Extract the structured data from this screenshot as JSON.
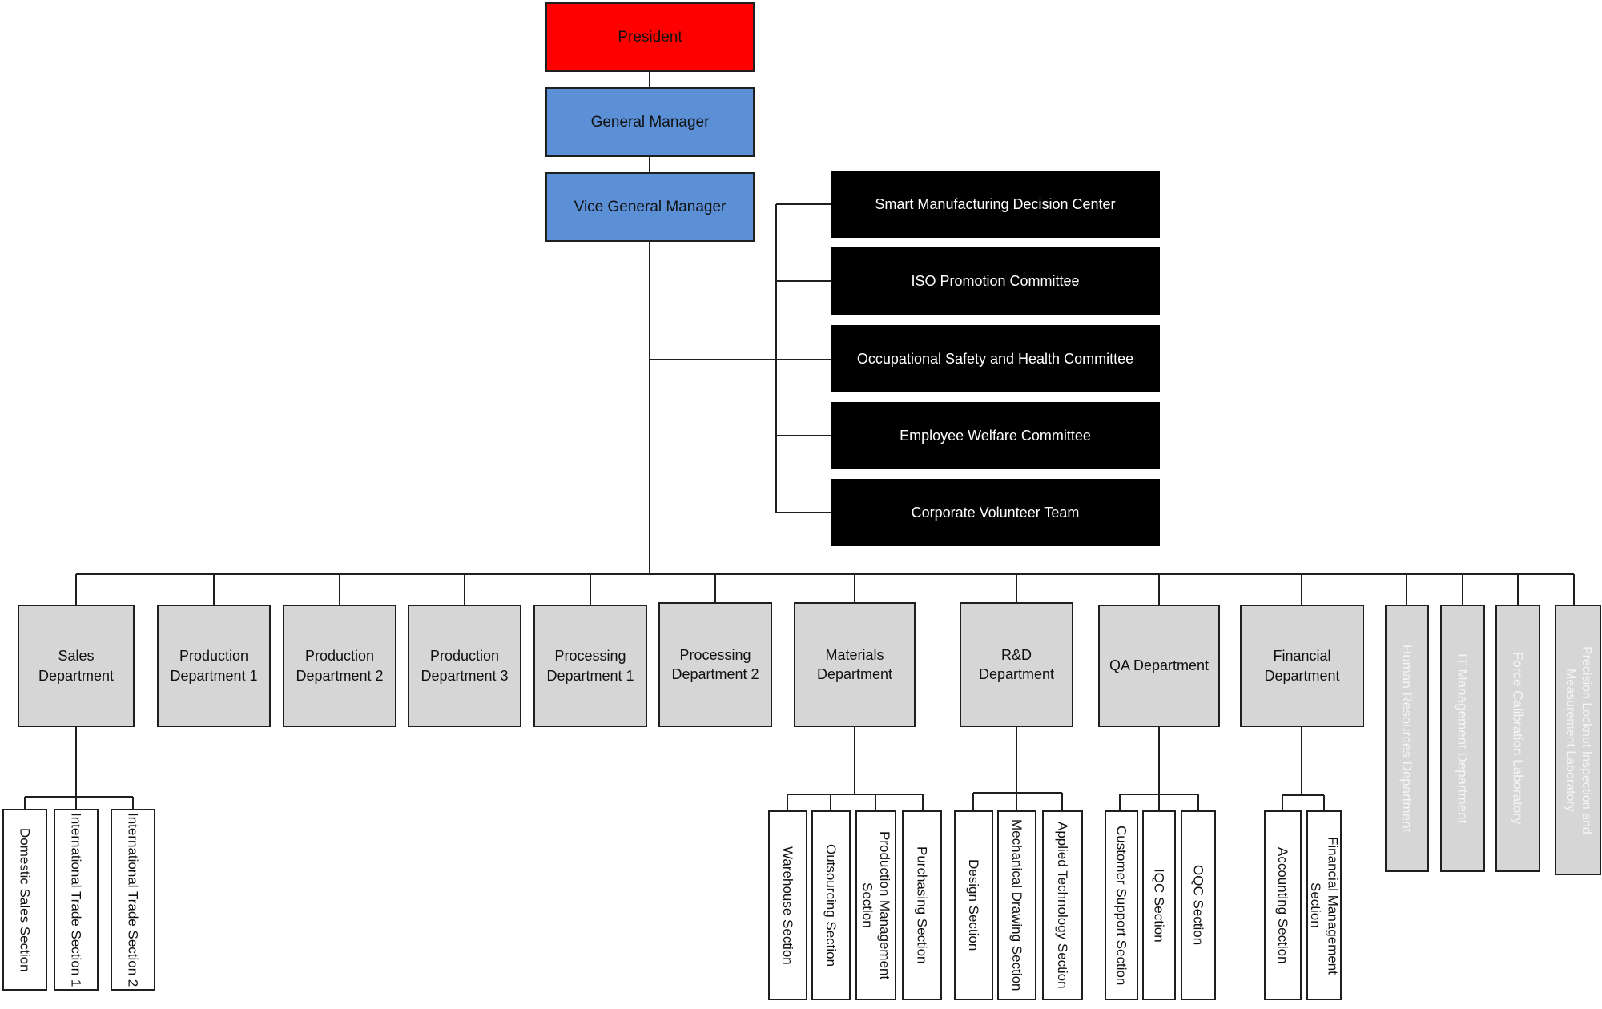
{
  "executives": {
    "president": "President",
    "general_manager": "General Manager",
    "vice_general_manager": "Vice General Manager"
  },
  "committees": [
    "Smart Manufacturing Decision Center",
    "ISO Promotion Committee",
    "Occupational Safety and Health Committee",
    "Employee Welfare Committee",
    "Corporate Volunteer Team"
  ],
  "departments": [
    {
      "line1": "Sales",
      "line2": "Department"
    },
    {
      "line1": "Production",
      "line2": "Department 1"
    },
    {
      "line1": "Production",
      "line2": "Department 2"
    },
    {
      "line1": "Production",
      "line2": "Department 3"
    },
    {
      "line1": "Processing",
      "line2": "Department 1"
    },
    {
      "line1": "Processing",
      "line2": "Department 2"
    },
    {
      "line1": "Materials",
      "line2": "Department"
    },
    {
      "line1": "R&D",
      "line2": "Department"
    },
    {
      "line1": "QA Department",
      "line2": ""
    },
    {
      "line1": "Financial",
      "line2": "Department"
    }
  ],
  "vertical_departments": [
    "Human Resources Department",
    "IT Management Department",
    "Force Calibration Laboratory",
    "Precision Locknut Inspection and Measurement Laboratory"
  ],
  "sections": {
    "sales": [
      "Domestic Sales Section",
      "International Trade Section 1",
      "International Trade Section 2"
    ],
    "materials": [
      "Warehouse Section",
      "Outsourcing Section",
      "Production Management Section",
      "Purchasing Section"
    ],
    "rnd": [
      "Design Section",
      "Mechanical Drawing Section",
      "Applied Technology Section"
    ],
    "qa": [
      "Customer Support Section",
      "IQC Section",
      "OQC Section"
    ],
    "financial": [
      "Accounting Section",
      "Financial Management Section"
    ]
  },
  "colors": {
    "president": "#ff0000",
    "manager": "#5b8fd6",
    "committee": "#000000",
    "department": "#d6d6d6",
    "section": "#ffffff"
  }
}
